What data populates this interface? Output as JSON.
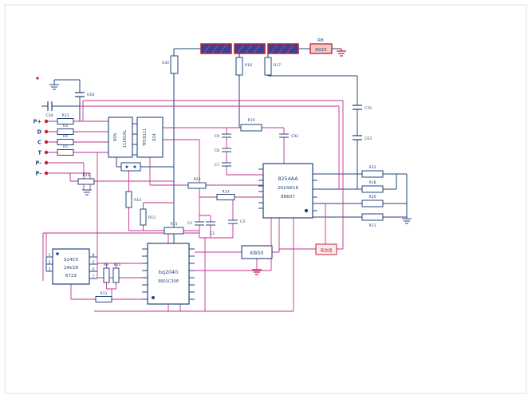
{
  "colors": {
    "wire_blue": "#23457e",
    "wire_magenta": "#c2308e",
    "highlight_red": "#c41f30",
    "component_fill": "#ffffff",
    "bar_fill": "#35459c"
  },
  "connector_pins": {
    "p_plus": "P+",
    "d": "D",
    "c": "C",
    "t": "T",
    "p_minus1": "P-",
    "p_minus2": "P-"
  },
  "labels": {
    "r8": "R8",
    "r025": "R025",
    "u30": "U30",
    "r16": "R16",
    "r17": "R17",
    "u18": "U18",
    "c34": "C34",
    "c70": "C70",
    "c63": "C63",
    "c92": "C92",
    "c9": "C9",
    "c8": "C8",
    "c7": "C7",
    "c1": "C1",
    "c2": "C2",
    "c3": "C3",
    "r19": "R19",
    "r23": "R23",
    "r33": "R33",
    "r13": "R13",
    "r14": "R14",
    "r12": "R12",
    "r15": "R15",
    "r22": "R22",
    "r18": "R18",
    "r20": "R20",
    "r21": "R21",
    "r31": "R31",
    "r3": "R3",
    "r4": "R4",
    "r5": "R5",
    "r9": "R9",
    "r10": "R10",
    "r11": "R11",
    "kb50": "KB50",
    "red_tag": "电池组"
  },
  "ics": {
    "driver": {
      "line1": "90S",
      "line2": "111KCAL"
    },
    "mosfet": {
      "line1": "TPC8111",
      "line2": "624"
    },
    "main": {
      "line1": "8254AA",
      "line2": "2GUSK16",
      "line3": "88607"
    },
    "eeprom": {
      "line1": "S24C0",
      "line2": "2AV28",
      "line3": "6729",
      "pins_right": [
        "8",
        "5",
        "6",
        "7"
      ],
      "pins_left": [
        "1",
        "2",
        "3"
      ]
    },
    "gauge": {
      "line1": "bq2040",
      "line2": "9901C308"
    }
  }
}
